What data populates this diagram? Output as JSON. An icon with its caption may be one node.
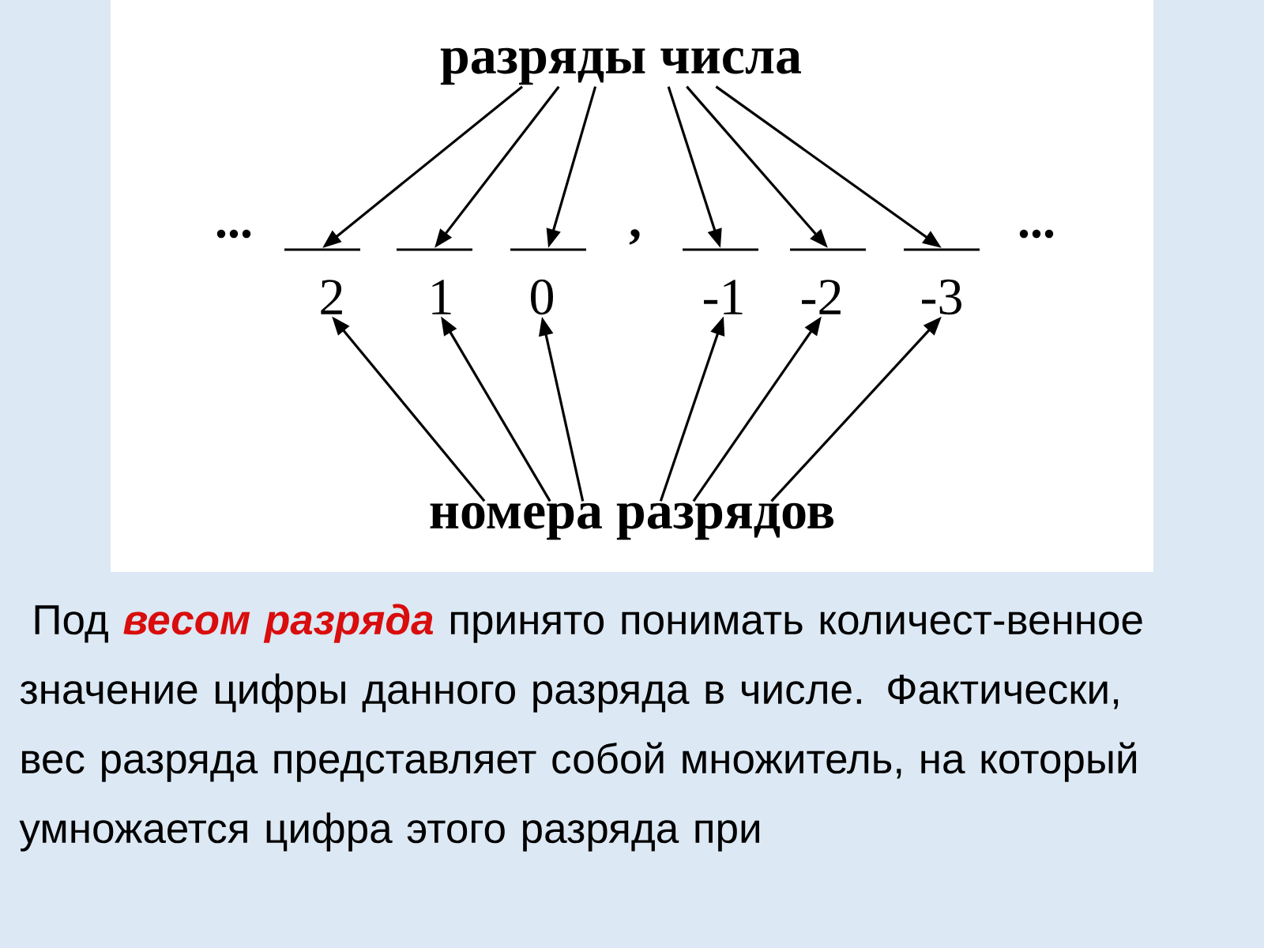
{
  "diagram": {
    "nodes": [
      {
        "text": [
          "разряды числа"
        ]
      },
      {
        "text": [],
        "shape": "bar"
      },
      {
        "text": [],
        "shape": "bar"
      },
      {
        "text": [],
        "shape": "bar"
      },
      {
        "text": [],
        "shape": "bar"
      },
      {
        "text": [],
        "shape": "bar"
      },
      {
        "text": [],
        "shape": "bar"
      },
      {
        "text": [
          "2"
        ]
      },
      {
        "text": [
          "1"
        ]
      },
      {
        "text": [
          "0"
        ]
      },
      {
        "text": [
          "-1"
        ]
      },
      {
        "text": [
          "-2"
        ]
      },
      {
        "text": [
          "-3"
        ]
      },
      {
        "text": [
          "номера разрядов"
        ]
      }
    ],
    "edges": [
      {
        "from": 0,
        "to": 1,
        "arrow": "to"
      },
      {
        "from": 0,
        "to": 2,
        "arrow": "to"
      },
      {
        "from": 0,
        "to": 3,
        "arrow": "to"
      },
      {
        "from": 0,
        "to": 4,
        "arrow": "to"
      },
      {
        "from": 0,
        "to": 5,
        "arrow": "to"
      },
      {
        "from": 0,
        "to": 6,
        "arrow": "to"
      },
      {
        "from": 13,
        "to": 7,
        "arrow": "to"
      },
      {
        "from": 13,
        "to": 8,
        "arrow": "to"
      },
      {
        "from": 13,
        "to": 9,
        "arrow": "to"
      },
      {
        "from": 13,
        "to": 10,
        "arrow": "to"
      },
      {
        "from": 13,
        "to": 11,
        "arrow": "to"
      },
      {
        "from": 13,
        "to": 12,
        "arrow": "to"
      }
    ],
    "labels": [
      "...",
      ",",
      "...",
      "Под **весом разряда** принято понимать количест-венное значение цифры данного разряда в числе. Фактически, вес разряда представляет собой множитель, на который умножается цифра этого разряда при"
    ]
  }
}
